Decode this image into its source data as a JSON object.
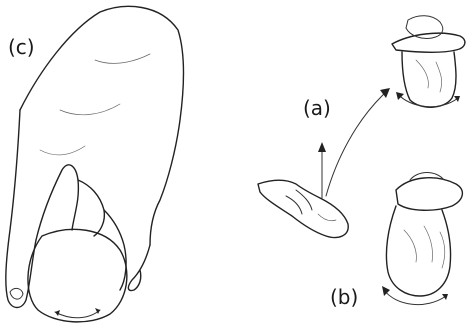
{
  "labels": {
    "c": "(c)",
    "a": "(a)",
    "b": "(b)"
  },
  "colors": {
    "ink": "#222222",
    "background": "#ffffff"
  }
}
